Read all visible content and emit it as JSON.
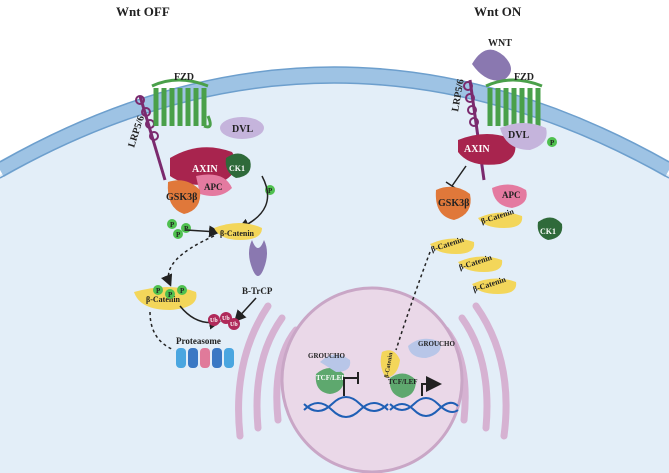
{
  "headers": {
    "left": "Wnt OFF",
    "right": "Wnt ON"
  },
  "off": {
    "lrp": "LRP5/6",
    "fzd": "FZD",
    "dvl": "DVL",
    "axin": "AXIN",
    "apc": "APC",
    "ck1": "CK1",
    "gsk3b": "GSK3β",
    "p": "P",
    "beta_catenin": "β-Catenin",
    "beta_catenin_2": "β-Catenin",
    "btrcp": "B-TrCP",
    "ub": "Ub",
    "proteasome": "Proteasome",
    "groucho": "GROUCHO",
    "tcf_lef": "TCF/LEF"
  },
  "on": {
    "wnt": "WNT",
    "lrp": "LRP5/6",
    "fzd": "FZD",
    "dvl": "DVL",
    "axin": "AXIN",
    "gsk3b": "GSK3β",
    "apc": "APC",
    "ck1": "CK1",
    "p": "P",
    "beta_catenin": "β-Catenin",
    "groucho": "GROUCHO",
    "tcf_lef": "TCF/LEF"
  },
  "colors": {
    "cytoplasm": "#e3eef8",
    "membrane": "#9ec3e4",
    "nucleus": "#ead8e8",
    "er": "#d6b2d2",
    "fzd": "#4aa04a",
    "axin": "#a8244e",
    "gsk3b": "#e0783a",
    "beta_catenin": "#f3d65a",
    "phospho": "#4fc04f"
  }
}
